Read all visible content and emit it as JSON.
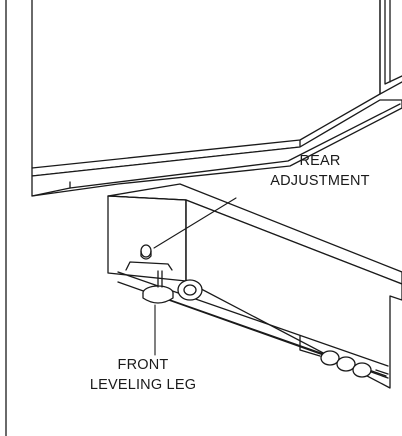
{
  "callouts": {
    "rear_adjustment": {
      "line1": "REAR",
      "line2": "ADJUSTMENT"
    },
    "front_leveling_leg": {
      "line1": "FRONT",
      "line2": "LEVELING LEG"
    }
  },
  "colors": {
    "line": "#1a1a1a",
    "shade": "#d9d9d9",
    "background": "#ffffff"
  }
}
